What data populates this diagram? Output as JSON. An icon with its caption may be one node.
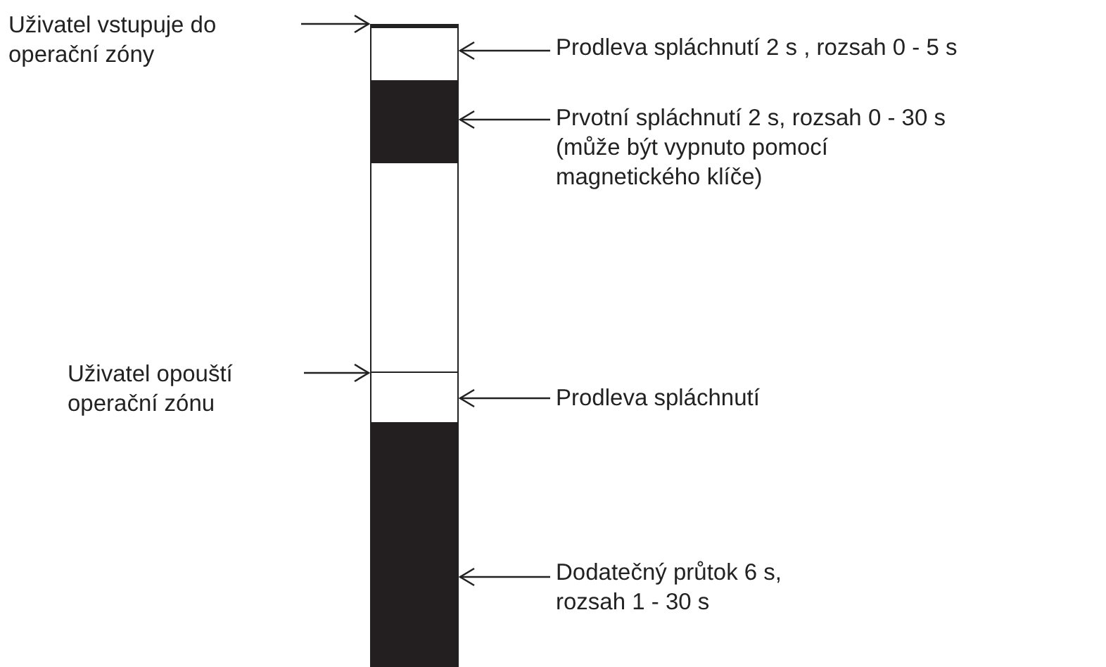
{
  "diagram": {
    "nodes": [
      {
        "text": [
          "Uživatel vstupuje do operační zóny"
        ]
      },
      {
        "text": [],
        "shape": "bar"
      },
      {
        "text": [
          "Prodleva spláchnutí 2 s , rozsah 0 - 5 s"
        ]
      },
      {
        "text": [],
        "shape": "bar"
      },
      {
        "text": [
          "Prvotní spláchnutí 2 s, rozsah 0 - 30 s (může být vypnuto pomocí magnetického klíče)"
        ]
      },
      {
        "text": [],
        "shape": "bar"
      },
      {
        "text": [
          "Uživatel opouští operační zónu"
        ]
      },
      {
        "text": [],
        "shape": "bar"
      },
      {
        "text": [
          "Prodleva spláchnutí"
        ]
      },
      {
        "text": [],
        "shape": "bar"
      },
      {
        "text": [
          "Dodatečný průtok 6 s, rozsah 1 - 30 s"
        ]
      }
    ],
    "edges": [
      {
        "from": 0,
        "to": 1,
        "arrow": "to"
      },
      {
        "from": 2,
        "to": 1,
        "arrow": "to"
      },
      {
        "from": 4,
        "to": 3,
        "arrow": "to"
      },
      {
        "from": 6,
        "to": 7,
        "arrow": "to"
      },
      {
        "from": 8,
        "to": 7,
        "arrow": "to"
      },
      {
        "from": 10,
        "to": 9,
        "arrow": "to"
      }
    ]
  }
}
